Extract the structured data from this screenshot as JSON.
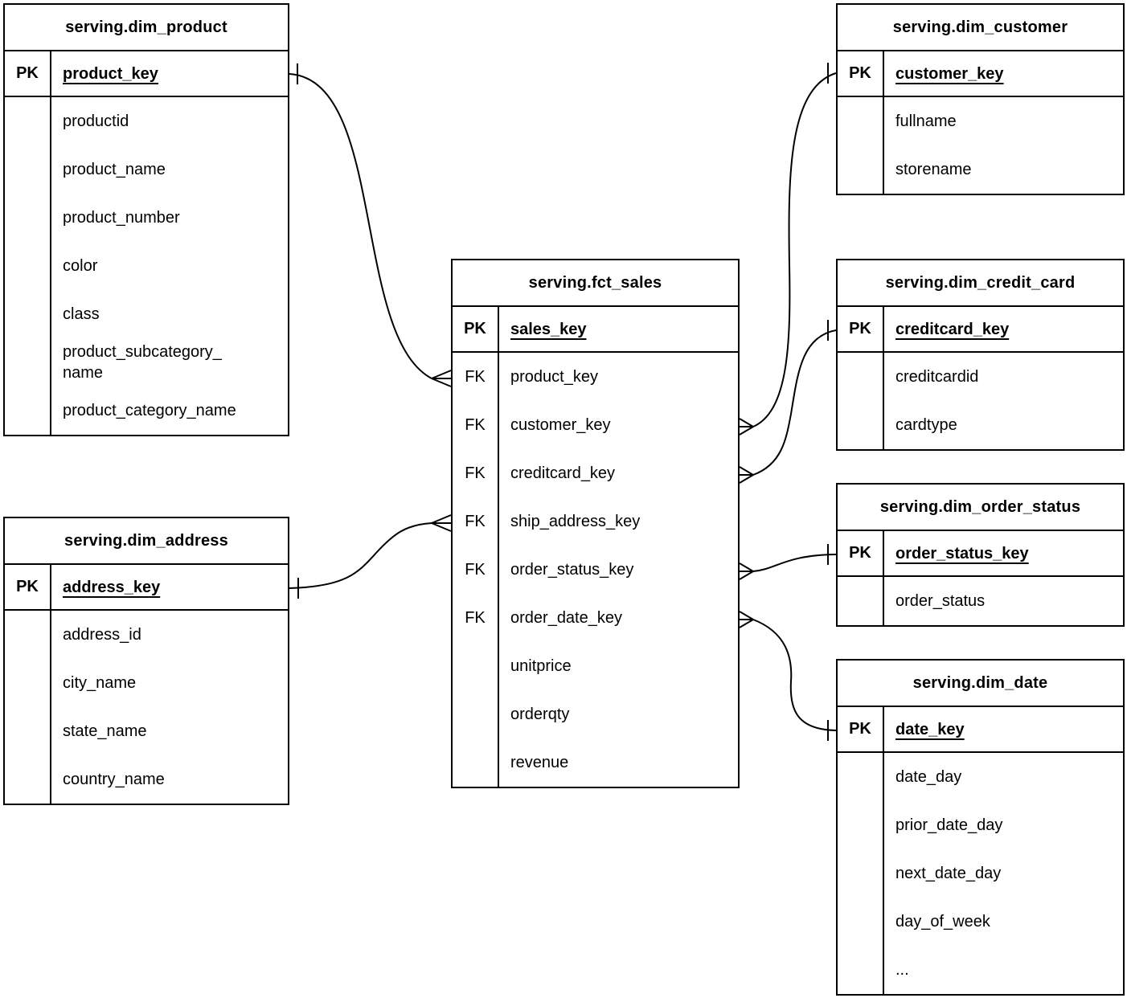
{
  "diagram_type": "entity-relationship-diagram",
  "colors": {
    "line": "#000000",
    "background": "#ffffff",
    "text": "#000000"
  },
  "tables": {
    "dim_product": {
      "title": "serving.dim_product",
      "pk": {
        "tag": "PK",
        "field": "product_key"
      },
      "fields": [
        "productid",
        "product_name",
        "product_number",
        "color",
        "class",
        "product_subcategory_\nname",
        "product_category_name"
      ]
    },
    "dim_address": {
      "title": "serving.dim_address",
      "pk": {
        "tag": "PK",
        "field": "address_key"
      },
      "fields": [
        "address_id",
        "city_name",
        "state_name",
        "country_name"
      ]
    },
    "fct_sales": {
      "title": "serving.fct_sales",
      "pk": {
        "tag": "PK",
        "field": "sales_key"
      },
      "rows": [
        {
          "tag": "FK",
          "name": "product_key"
        },
        {
          "tag": "FK",
          "name": "customer_key"
        },
        {
          "tag": "FK",
          "name": "creditcard_key"
        },
        {
          "tag": "FK",
          "name": "ship_address_key"
        },
        {
          "tag": "FK",
          "name": "order_status_key"
        },
        {
          "tag": "FK",
          "name": "order_date_key"
        },
        {
          "tag": "",
          "name": "unitprice"
        },
        {
          "tag": "",
          "name": "orderqty"
        },
        {
          "tag": "",
          "name": "revenue"
        }
      ]
    },
    "dim_customer": {
      "title": "serving.dim_customer",
      "pk": {
        "tag": "PK",
        "field": "customer_key"
      },
      "fields": [
        "fullname",
        "storename"
      ]
    },
    "dim_credit_card": {
      "title": "serving.dim_credit_card",
      "pk": {
        "tag": "PK",
        "field": "creditcard_key"
      },
      "fields": [
        "creditcardid",
        "cardtype"
      ]
    },
    "dim_order_status": {
      "title": "serving.dim_order_status",
      "pk": {
        "tag": "PK",
        "field": "order_status_key"
      },
      "fields": [
        "order_status"
      ]
    },
    "dim_date": {
      "title": "serving.dim_date",
      "pk": {
        "tag": "PK",
        "field": "date_key"
      },
      "fields": [
        "date_day",
        "prior_date_day",
        "next_date_day",
        "day_of_week",
        "..."
      ]
    }
  },
  "relationships": [
    {
      "fact_table": "serving.fct_sales",
      "fact_field": "product_key",
      "dim_table": "serving.dim_product",
      "dim_field": "product_key",
      "fact_side": "many",
      "dim_side": "one"
    },
    {
      "fact_table": "serving.fct_sales",
      "fact_field": "customer_key",
      "dim_table": "serving.dim_customer",
      "dim_field": "customer_key",
      "fact_side": "many",
      "dim_side": "one"
    },
    {
      "fact_table": "serving.fct_sales",
      "fact_field": "creditcard_key",
      "dim_table": "serving.dim_credit_card",
      "dim_field": "creditcard_key",
      "fact_side": "many",
      "dim_side": "one"
    },
    {
      "fact_table": "serving.fct_sales",
      "fact_field": "ship_address_key",
      "dim_table": "serving.dim_address",
      "dim_field": "address_key",
      "fact_side": "many",
      "dim_side": "one"
    },
    {
      "fact_table": "serving.fct_sales",
      "fact_field": "order_status_key",
      "dim_table": "serving.dim_order_status",
      "dim_field": "order_status_key",
      "fact_side": "many",
      "dim_side": "one"
    },
    {
      "fact_table": "serving.fct_sales",
      "fact_field": "order_date_key",
      "dim_table": "serving.dim_date",
      "dim_field": "date_key",
      "fact_side": "many",
      "dim_side": "one"
    }
  ]
}
